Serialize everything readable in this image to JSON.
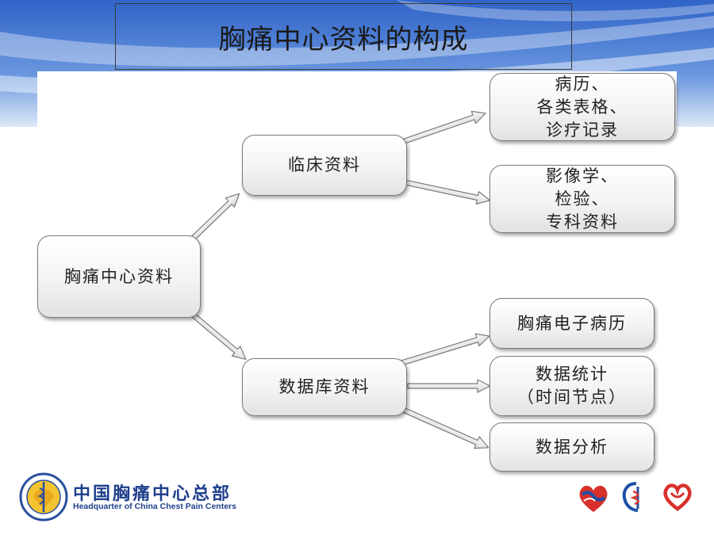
{
  "slide": {
    "title": "胸痛中心资料的构成"
  },
  "diagram": {
    "root": "胸痛中心资料",
    "branches": [
      {
        "label": "临床资料",
        "children": [
          [
            "病历、",
            "各类表格、",
            "诊疗记录"
          ],
          [
            "影像学、",
            "检验、",
            "专科资料"
          ]
        ]
      },
      {
        "label": "数据库资料",
        "children": [
          [
            "胸痛电子病历"
          ],
          [
            "数据统计",
            "（时间节点）"
          ],
          [
            "数据分析"
          ]
        ]
      }
    ]
  },
  "footer": {
    "org_name": "中国胸痛中心总部",
    "org_name_en": "Headquarter of China Chest Pain Centers",
    "logos": [
      "handshake-heart-logo",
      "snake-staff-logo",
      "heart-ribbon-logo"
    ]
  },
  "colors": {
    "brand_blue": "#1f3f8c",
    "background_blue": "#3b6fd0"
  }
}
